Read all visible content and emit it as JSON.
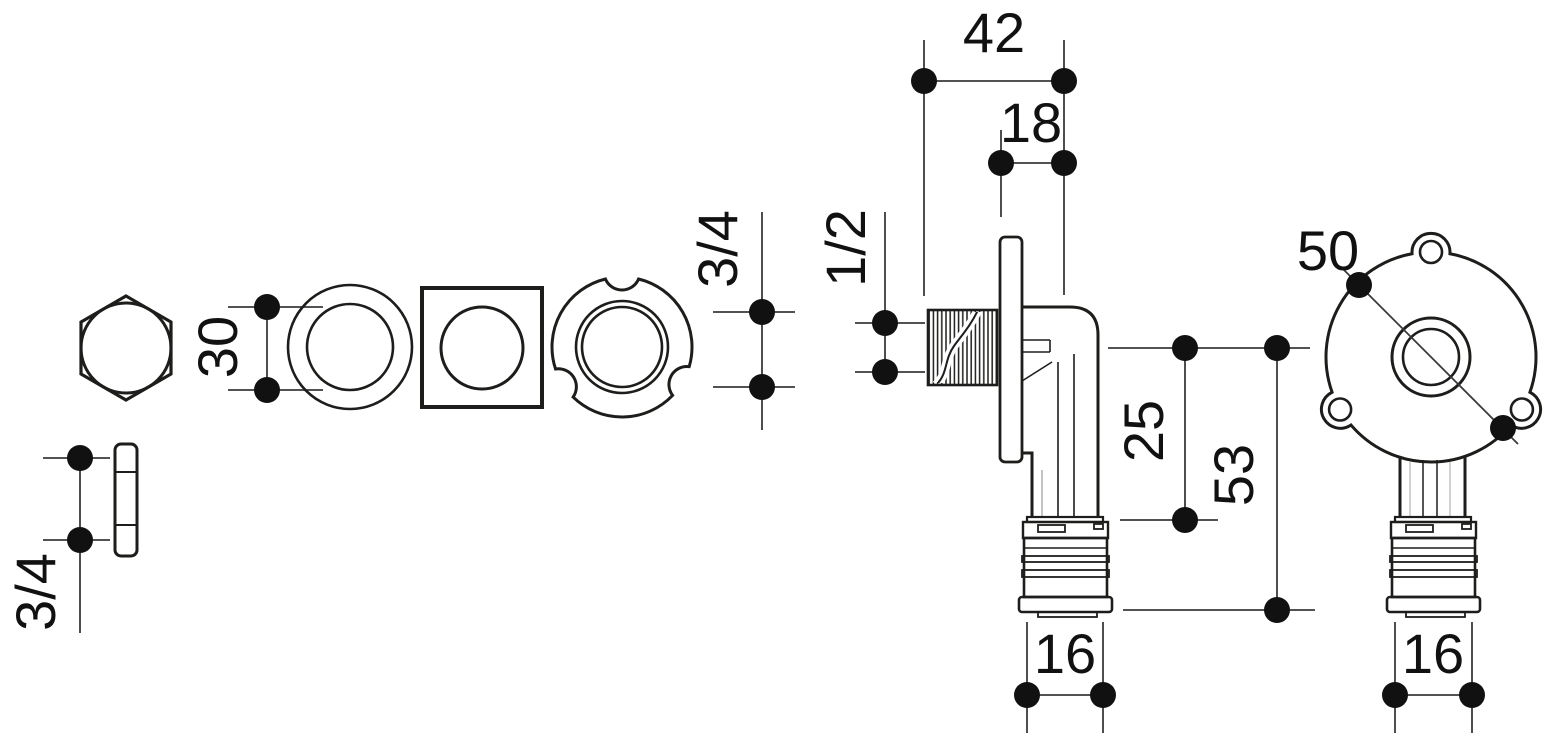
{
  "drawing": {
    "background": "#ffffff",
    "ink": "#1d1d1b",
    "dim_color": "#3a3a3a",
    "labels": {
      "washer_bore": "30",
      "washer_thickness": "3/4",
      "disc_bore": "3/4",
      "thread_size": "1/2",
      "plate_width": "42",
      "boss_offset": "18",
      "axis_depth": "25",
      "overall_height": "53",
      "pipe_od_side": "16",
      "pipe_od_front": "16",
      "plate_diameter": "50"
    }
  }
}
